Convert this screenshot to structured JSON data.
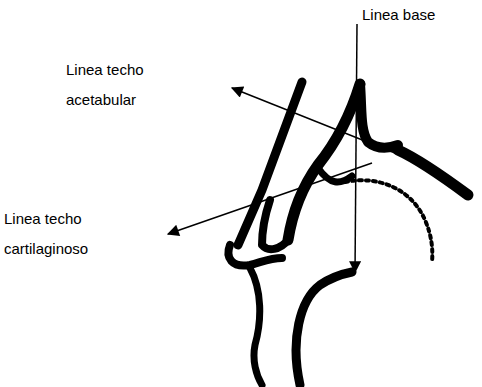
{
  "diagram": {
    "labels": [
      "Linea base",
      "Linea techo acetabular",
      "Linea techo cartilaginoso"
    ]
  }
}
